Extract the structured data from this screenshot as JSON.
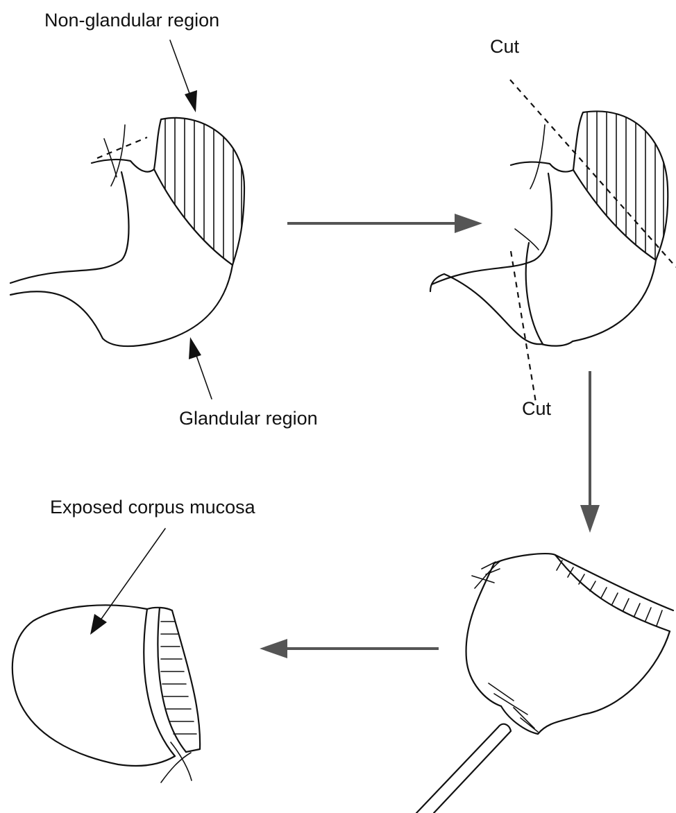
{
  "labels": {
    "non_glandular": "Non-glandular region",
    "glandular": "Glandular region",
    "cut_top": "Cut",
    "cut_bottom": "Cut",
    "exposed_mucosa": "Exposed corpus mucosa"
  },
  "colors": {
    "ink": "#111111",
    "process_arrow": "#555555",
    "background": "#ffffff"
  }
}
